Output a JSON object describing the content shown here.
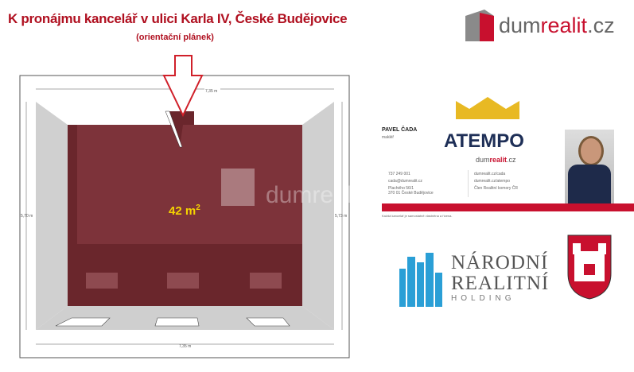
{
  "title": "K pronájmu kancelář v ulici Karla IV, České Budějovice",
  "subtitle": "(orientační plánek)",
  "plan": {
    "area": "42 m",
    "area_sup": "2",
    "dim_top": "7,35 m",
    "dim_bottom": "7,35 m",
    "dim_left": "5,70 m",
    "dim_right": "5,73 m",
    "watermark": "dumrealit"
  },
  "logo": {
    "part1": "dum",
    "part2": "realit",
    "part3": ".cz"
  },
  "card": {
    "name": "PAVEL ČADA",
    "role": "makléř",
    "brand": "ATEMPO",
    "brand_sub1": "dum",
    "brand_sub2": "realit",
    "brand_sub3": ".cz",
    "phone": "737 249 001",
    "email": "cada@dumrealit.cz",
    "address1": "Plachého 56/1",
    "address2": "370 01 České Budějovice",
    "web1": "dumrealit.cz/cada",
    "web2": "dumrealit.cz/atempo",
    "membership": "Člen Realitní komory ČR",
    "footer": "Každá kancelář je samostatně vlastněna a řízena.",
    "accent": "#c8102e"
  },
  "nrh": {
    "line1": "NÁRODNÍ",
    "line2": "REALITNÍ",
    "line3": "HOLDING"
  },
  "colors": {
    "floor": "#7d333a",
    "title": "#b01020",
    "area": "#f5d400"
  }
}
